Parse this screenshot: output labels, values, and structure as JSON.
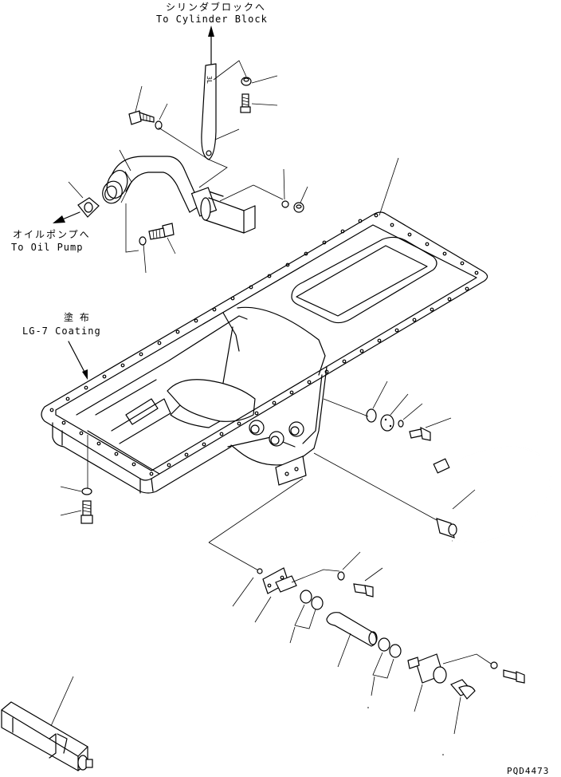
{
  "labels": {
    "cylinder_block_jp": "シリンダブロックへ",
    "cylinder_block_en": "To Cylinder Block",
    "oil_pump_jp": "オイルポンプへ",
    "oil_pump_en": "To Oil Pump",
    "coating_jp": "塗 布",
    "coating_en": "LG-7 Coating",
    "drawing_code": "PQD4473"
  }
}
